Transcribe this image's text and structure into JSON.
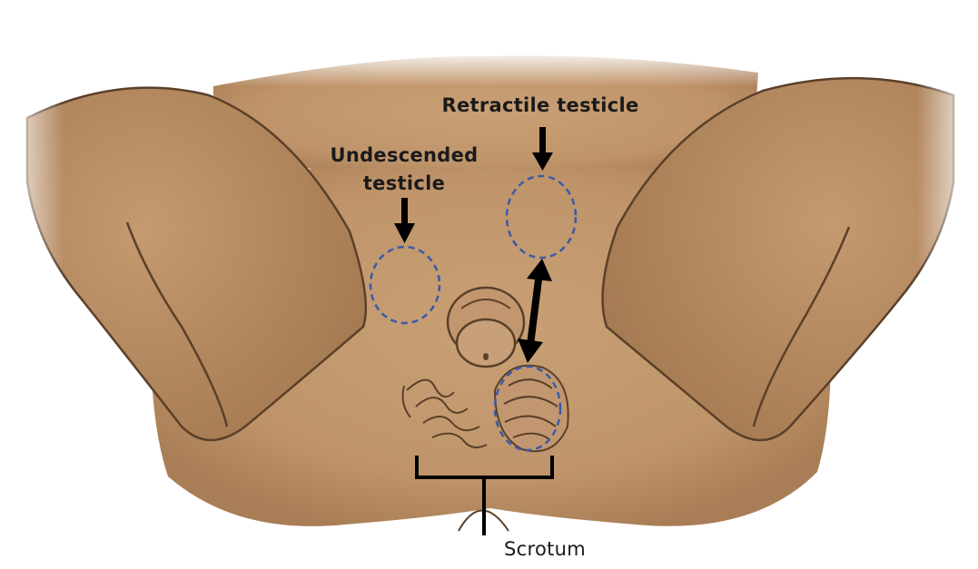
{
  "labels": {
    "retractile": "Retractile testicle",
    "undescended_line1": "Undescended",
    "undescended_line2": "testicle",
    "scrotum": "Scrotum"
  },
  "colors": {
    "skin": "#c59a6f",
    "skin_shadow": "#a8794f",
    "outline": "#5a4029",
    "dashed_circle": "#3a5aa8",
    "arrow": "#000000",
    "background": "#ffffff"
  }
}
